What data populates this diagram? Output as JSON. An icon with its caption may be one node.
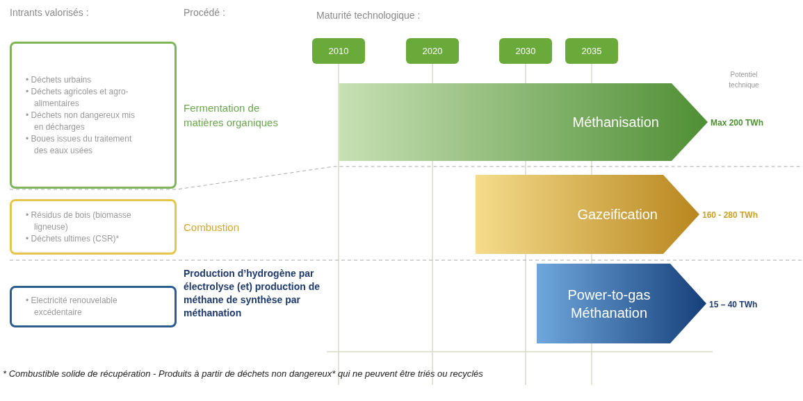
{
  "diagram": {
    "caption": "* Combustible solide de récupération - Produits à partir de déchets non dangereux* qui ne peuvent être triés ou recyclés",
    "nodes": [
      {
        "text": [
          "• Déchets urbains",
          "• Déchets agricoles et agro-alimentaires",
          "• Déchets non dangereux mis en décharges",
          "• Boues issues du traitement des eaux usées"
        ]
      },
      {
        "text": [
          "• Résidus de bois (biomasse ligneuse)",
          "• Déchets ultimes (CSR)*"
        ]
      },
      {
        "text": [
          "• Electricité renouvelable excédentaire"
        ]
      },
      {
        "text": [
          "2010"
        ]
      },
      {
        "text": [
          "2020"
        ]
      },
      {
        "text": [
          "2030"
        ]
      },
      {
        "text": [
          "2035"
        ]
      },
      {
        "text": [
          "Méthanisation"
        ],
        "beside": [
          "Max 200 TWh"
        ]
      },
      {
        "text": [
          "Gazeification"
        ],
        "beside": [
          "160 - 280 TWh"
        ]
      },
      {
        "text": [
          "Power-to-gas Méthanation"
        ],
        "beside": [
          "15 – 40 TWh"
        ]
      }
    ],
    "labels": [
      "Intrants valorisés :",
      "Procédé :",
      "Maturité technologique :",
      "Potentiel technique",
      "Fermentation de matières organiques",
      "Combustion",
      "Production d’hydrogène par électrolyse (et) production de méthane de synthèse par méthanation"
    ]
  }
}
